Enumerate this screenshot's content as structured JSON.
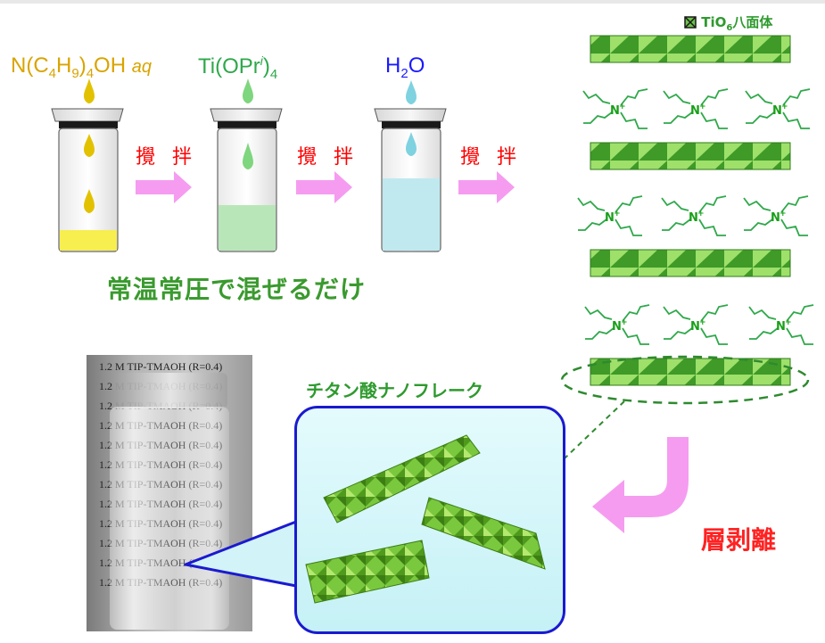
{
  "reagents": {
    "tbaoh": {
      "prefix": "N(C",
      "s1": "4",
      "mid1": "H",
      "s2": "9",
      "mid2": ")",
      "s3": "4",
      "mid3": "OH ",
      "aq": "aq",
      "color": "#d9a400"
    },
    "tip": {
      "prefix": "Ti(OPr",
      "sup": "i",
      "mid": ")",
      "sub": "4",
      "color": "#2ea84a"
    },
    "water": {
      "prefix": "H",
      "sub": "2",
      "suffix": "O",
      "color": "#1a1aff"
    }
  },
  "stir_label": "攪 拌",
  "process_caption": "常温常圧で混ぜるだけ",
  "legend": {
    "prefix": "TiO",
    "sub": "6",
    "suffix": "八面体"
  },
  "ammonium": {
    "n": "N",
    "plus": "+"
  },
  "nanoflake_label": "チタン酸ナノフレーク",
  "exfoliation_label": "層剥離",
  "photo": {
    "lines": [
      "1.2 M TIP-TMAOH (R=0.4)",
      "1.2 M TIP-TMAOH (R=0.4)",
      "1.2 M TIP-TMAOH (R=0.4)",
      "1.2 M TIP-TMAOH (R=0.4)",
      "1.2 M TIP-TMAOH (R=0.4)",
      "1.2 M TIP-TMAOH (R=0.4)",
      "1.2 M TIP-TMAOH (R=0.4)",
      "1.2 M TIP-TMAOH (R=0.4)",
      "1.2 M TIP-TMAOH (R=0.4)",
      "1.2 M TIP-TMAOH (R=0.4)",
      "1.2 M TIP-TMAOH (R=0.4)",
      "1.2 M TIP-TMAOH (R=0.4)"
    ]
  },
  "colors": {
    "octahedron": "#6cc24a",
    "arrow": "#f59cf0",
    "bubble_border": "#1a1ad0",
    "dashed": "#2e8a2e"
  }
}
